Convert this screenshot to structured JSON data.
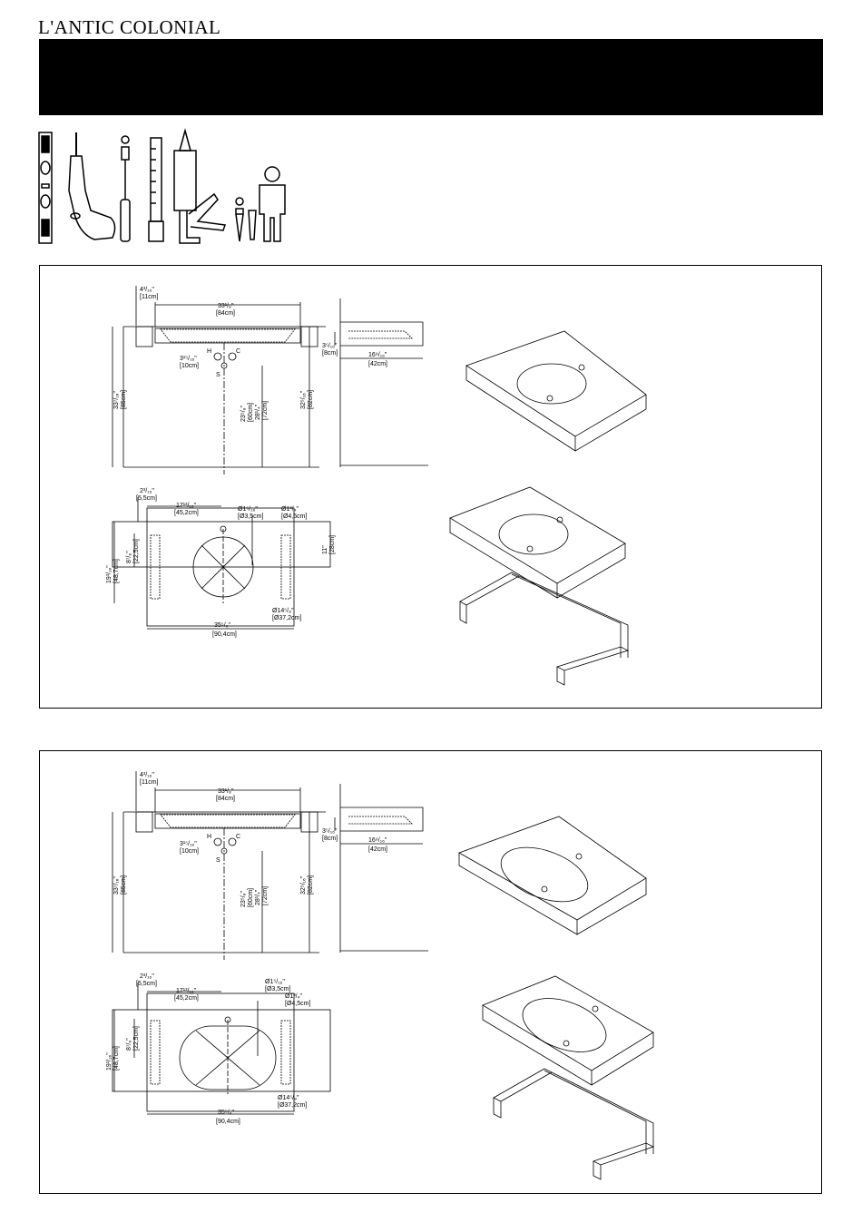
{
  "header": {
    "brand": "L'ANTIC COLONIAL"
  },
  "panels": [
    {
      "front": {
        "width_in": "33¹/₈\"",
        "width_cm": "[84cm]",
        "gap_in": "4³/₁₆\"",
        "gap_cm": "[11cm]",
        "hole_h": "H",
        "hole_c": "C",
        "hole_s": "S",
        "spacing_in": "3¹⁵/₁₆\"",
        "spacing_cm": "[10cm]",
        "height_left_in": "33⁷/₁₆\"",
        "height_left_cm": "[85cm]",
        "height_mid1_in": "23⁵/₈\"",
        "height_mid1_cm": "[60cm]",
        "height_mid2_in": "28¹/₄\"",
        "height_mid2_cm": "[72cm]",
        "height_right_in": "32⁵/₁₆\"",
        "height_right_cm": "[82cm]"
      },
      "side": {
        "thick_in": "3⁵/₁₆\"",
        "thick_cm": "[8cm]",
        "depth_in": "16⁹/₁₆\"",
        "depth_cm": "[42cm]"
      },
      "plan": {
        "edge_in": "2³/₁₆\"",
        "edge_cm": "[5,5cm]",
        "center_in": "17¹³/₁₆\"",
        "center_cm": "[45,2cm]",
        "tap_in": "Ø1⁵/₁₆\"",
        "tap_cm": "[Ø3,5cm]",
        "drain_in": "Ø1³/₄\"",
        "drain_cm": "[Ø4,5cm]",
        "inner_in": "8⁷/₈\"",
        "inner_cm": "[22,5cm]",
        "depth_in": "19³/₁₆\"",
        "depth_cm": "[48,7cm]",
        "bowl_in": "Ø14⁵/₈\"",
        "bowl_cm": "[Ø37,2cm]",
        "total_in": "35⁵/₈\"",
        "total_cm": "[90,4cm]",
        "wall_in": "11\"",
        "wall_cm": "[28cm]"
      }
    },
    {
      "front": {
        "width_in": "33¹/₈\"",
        "width_cm": "[84cm]",
        "gap_in": "4³/₁₆\"",
        "gap_cm": "[11cm]",
        "hole_h": "H",
        "hole_c": "C",
        "hole_s": "S",
        "spacing_in": "3¹⁵/₁₆\"",
        "spacing_cm": "[10cm]",
        "height_left_in": "33⁷/₁₆\"",
        "height_left_cm": "[85cm]",
        "height_mid1_in": "23⁵/₈\"",
        "height_mid1_cm": "[60cm]",
        "height_mid2_in": "28¹/₄\"",
        "height_mid2_cm": "[72cm]",
        "height_right_in": "32⁵/₁₆\"",
        "height_right_cm": "[82cm]"
      },
      "side": {
        "thick_in": "3⁵/₁₆\"",
        "thick_cm": "[8cm]",
        "depth_in": "16⁹/₁₆\"",
        "depth_cm": "[42cm]"
      },
      "plan": {
        "edge_in": "2³/₁₆\"",
        "edge_cm": "[5,5cm]",
        "center_in": "17¹³/₁₆\"",
        "center_cm": "[45,2cm]",
        "tap_in": "Ø1⁵/₁₆\"",
        "tap_cm": "[Ø3,5cm]",
        "drain_in": "Ø1³/₄\"",
        "drain_cm": "[Ø4,5cm]",
        "inner_in": "8⁷/₈\"",
        "inner_cm": "[22,5cm]",
        "depth_in": "19³/₁₆\"",
        "depth_cm": "[48,7cm]",
        "bowl_in": "Ø14⁵/₈\"",
        "bowl_cm": "[Ø37,2cm]",
        "total_in": "35⁵/₈\"",
        "total_cm": "[90,4cm]"
      }
    }
  ]
}
